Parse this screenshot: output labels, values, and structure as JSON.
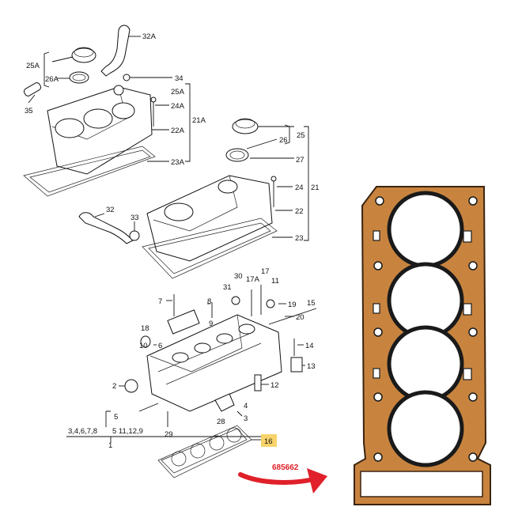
{
  "diagram": {
    "callouts": {
      "c32A": "32A",
      "c25A": "25A",
      "c26A": "26A",
      "c35": "35",
      "c34": "34",
      "c25A_b": "25A",
      "c24A": "24A",
      "c21A": "21A",
      "c22A": "22A",
      "c23A": "23A",
      "c25": "25",
      "c26": "26",
      "c27": "27",
      "c24": "24",
      "c21": "21",
      "c22": "22",
      "c23": "23",
      "c32": "32",
      "c33": "33",
      "c30": "30",
      "c17": "17",
      "c17A": "17A",
      "c11": "11",
      "c31": "31",
      "c7": "7",
      "c8": "8",
      "c19": "19",
      "c15": "15",
      "c20": "20",
      "c18": "18",
      "c10": "10",
      "c6": "6",
      "c9": "9",
      "c14": "14",
      "c13": "13",
      "c2": "2",
      "c12": "12",
      "c5": "5",
      "c4": "4",
      "c3": "3",
      "c28": "28",
      "c29": "29",
      "group_a": "3,4,6,7,8",
      "group_b": "5  11,12,9",
      "c1": "1"
    },
    "highlight_label": "16",
    "highlight_color": "#f7d36b",
    "part_number": "685662",
    "part_number_color": "#e0202a",
    "arrow_color": "#e0202a",
    "gasket_color": "#c8843f"
  }
}
